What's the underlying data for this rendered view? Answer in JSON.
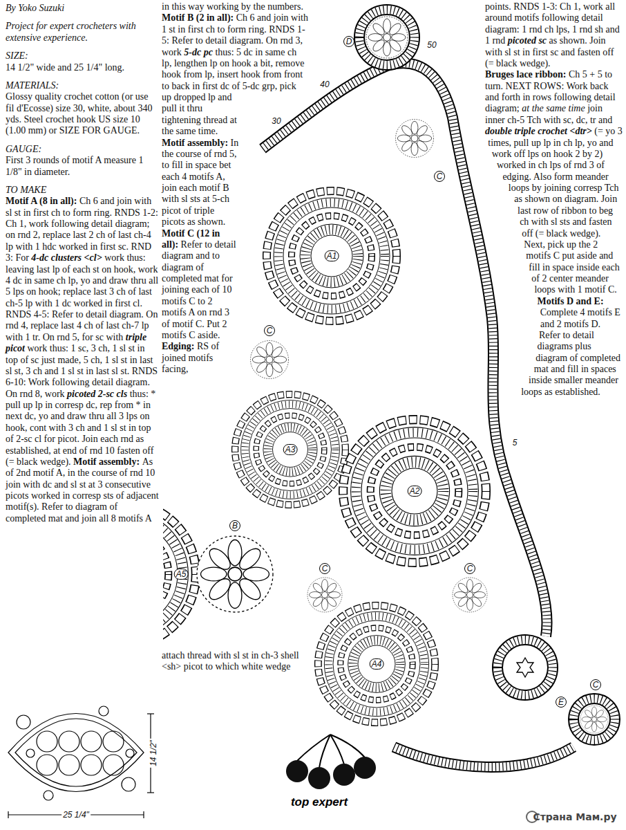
{
  "diagram": {
    "labels": [
      "By Yoko Suzuki",
      "Project for expert crocheters with extensive experience.",
      "SIZE:",
      "14 1/2\" wide and 25 1/4\" long.",
      "MATERIALS:",
      "Glossy quality crochet cotton (or use fil d'Ecosse) size 30, white, about 340 yds. Steel crochet hook US size 10 (1.00 mm) or SIZE FOR GAUGE.",
      "GAUGE:",
      "First 3 rounds of motif A measure 1 1/8\" in diameter.",
      "TO MAKE",
      "Motif A (8 in all):",
      "Ch 6 and join with sl st in first ch to form ring. RNDS 1-2: Ch 1, work following detail diagram; on rnd 2, replace last 2 ch of last ch-4 lp with 1 hdc worked in first sc. RND 3: For",
      "4-dc clusters <cl>",
      "work thus: leaving last lp of each st on hook, work 4 dc in same ch lp, yo and draw thru all 5 lps on hook; replace last 3 ch of last ch-5 lp with 1 dc worked in first cl. RNDS 4-5: Refer to detail diagram. On rnd 4, replace last 4 ch of last ch-7 lp with 1 tr. On rnd 5, for sc with",
      "triple picot",
      "work thus: 1 sc, 3 ch, 1 sl st in top of sc just made, 5 ch, 1 sl st in last sl st, 3 ch and 1 sl st in last sl st. RNDS 6-10: Work following detail diagram. On rnd 8, work",
      "picoted 2-sc cls",
      "thus: * pull up lp in corresp dc, rep from * in next dc, yo and draw thru all 3 lps on hook, cont with 3 ch and 1 sl st in top of 2-sc cl for picot. Join each rnd as established, at end of rnd 10 fasten off (= black wedge).",
      "Motif assembly:",
      "As of 2nd motif A, in the course of rnd 10 join with dc and sl st at 3 consecutive picots worked in corresp sts of adjacent motif(s). Refer to diagram of completed mat and join all 8 motifs A",
      "in this way working by the numbers.",
      "Motif B (2 in all):",
      "Ch 6 and join with 1 st in first ch to form ring. RNDS 1-5: Refer to detail diagram. On rnd 3, work",
      "5-dc pc",
      "thus: 5 dc in same ch lp, lengthen lp on hook a bit, remove hook from lp, insert hook from front to back in first dc of 5-dc grp, pick up dropped lp and pull it thru tightening thread at the same time.",
      "Motif assembly:",
      "In the course of rnd 5, to fill in space bet each 4 motifs A, join each motif B with sl sts at 5-ch picot of triple picots as shown.",
      "Motif C (12 in all):",
      "Refer to detail diagram and to diagram of completed mat for joining each of 10 motifs C to 2 motifs A on rnd 3 of motif C. Put 2 motifs C aside.",
      "Edging:",
      "RS of joined motifs facing,",
      "attach thread with sl st in ch-3 shell <sh> picot to which white wedge",
      "points. RNDS 1-3: Ch 1, work all around motifs following detail diagram: 1 rnd ch lps, 1 rnd sh and 1 rnd",
      "picoted sc",
      "as shown. Join with sl st in first sc and fasten off (= black wedge).",
      "Bruges lace ribbon:",
      "Ch 5 + 5 to turn. NEXT ROWS: Work back and forth in rows following detail diagram;",
      "at the same time",
      "join inner ch-5 Tch with sc, dc, tr and",
      "double triple crochet <dtr>",
      "(= yo 3 times, pull up lp in ch lp, yo and work off lps on hook 2 by 2) worked in ch lps of rnd 3 of edging. Also form meander loops by joining corresp Tch as shown on diagram. Join last row of ribbon to beg ch with sl sts and fasten off (= black wedge). Next, pick up the 2 motifs C put aside and fill in space inside each of 2 center meander loops with 1 motif C.",
      "Motifs D and E:",
      "Complete 4 motifs E and 2 motifs D. Refer to detail diagrams plus diagram of completed mat and fill in spaces inside smaller meander loops as established.",
      "14 1/2\"",
      "25 1/4\"",
      "top expert",
      "Страна Мам.ру",
      "50",
      "40",
      "30",
      "D",
      "C",
      "A1",
      "C",
      "A3",
      "A2",
      "5",
      "A5",
      "B",
      "C",
      "A4",
      "C",
      "E",
      "C"
    ]
  }
}
